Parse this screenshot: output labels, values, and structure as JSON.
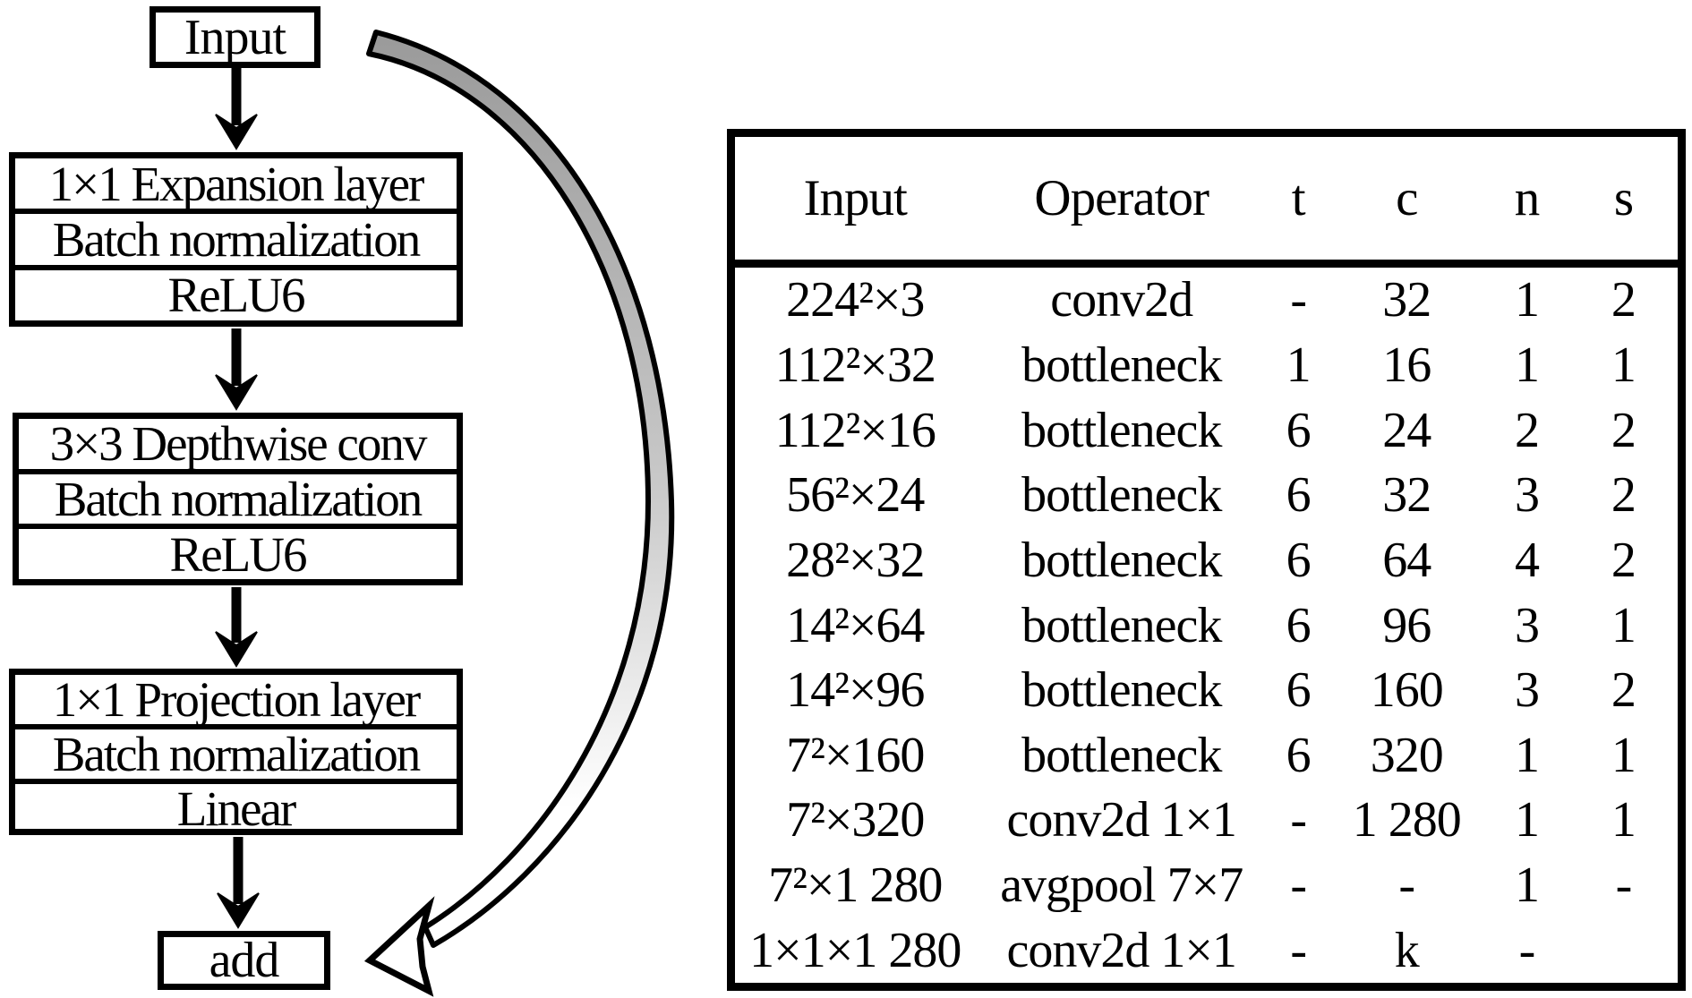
{
  "colors": {
    "ink": "#000000",
    "paper": "#ffffff",
    "skip_band_fill_top": "#9a9a9a",
    "skip_band_fill_bottom": "#ffffff"
  },
  "diagram": {
    "input_label": "Input",
    "blocks": [
      {
        "rows": [
          "1×1 Expansion layer",
          "Batch normalization",
          "ReLU6"
        ]
      },
      {
        "rows": [
          "3×3 Depthwise conv",
          "Batch normalization",
          "ReLU6"
        ]
      },
      {
        "rows": [
          "1×1 Projection layer",
          "Batch normalization",
          "Linear"
        ]
      }
    ],
    "add_label": "add"
  },
  "table": {
    "headers": [
      "Input",
      "Operator",
      "t",
      "c",
      "n",
      "s"
    ],
    "rows": [
      [
        "224²×3",
        "conv2d",
        "-",
        "32",
        "1",
        "2"
      ],
      [
        "112²×32",
        "bottleneck",
        "1",
        "16",
        "1",
        "1"
      ],
      [
        "112²×16",
        "bottleneck",
        "6",
        "24",
        "2",
        "2"
      ],
      [
        "56²×24",
        "bottleneck",
        "6",
        "32",
        "3",
        "2"
      ],
      [
        "28²×32",
        "bottleneck",
        "6",
        "64",
        "4",
        "2"
      ],
      [
        "14²×64",
        "bottleneck",
        "6",
        "96",
        "3",
        "1"
      ],
      [
        "14²×96",
        "bottleneck",
        "6",
        "160",
        "3",
        "2"
      ],
      [
        "7²×160",
        "bottleneck",
        "6",
        "320",
        "1",
        "1"
      ],
      [
        "7²×320",
        "conv2d 1×1",
        "-",
        "1 280",
        "1",
        "1"
      ],
      [
        "7²×1 280",
        "avgpool 7×7",
        "-",
        "-",
        "1",
        "-"
      ],
      [
        "1×1×1 280",
        "conv2d 1×1",
        "-",
        "k",
        "-",
        ""
      ]
    ]
  }
}
